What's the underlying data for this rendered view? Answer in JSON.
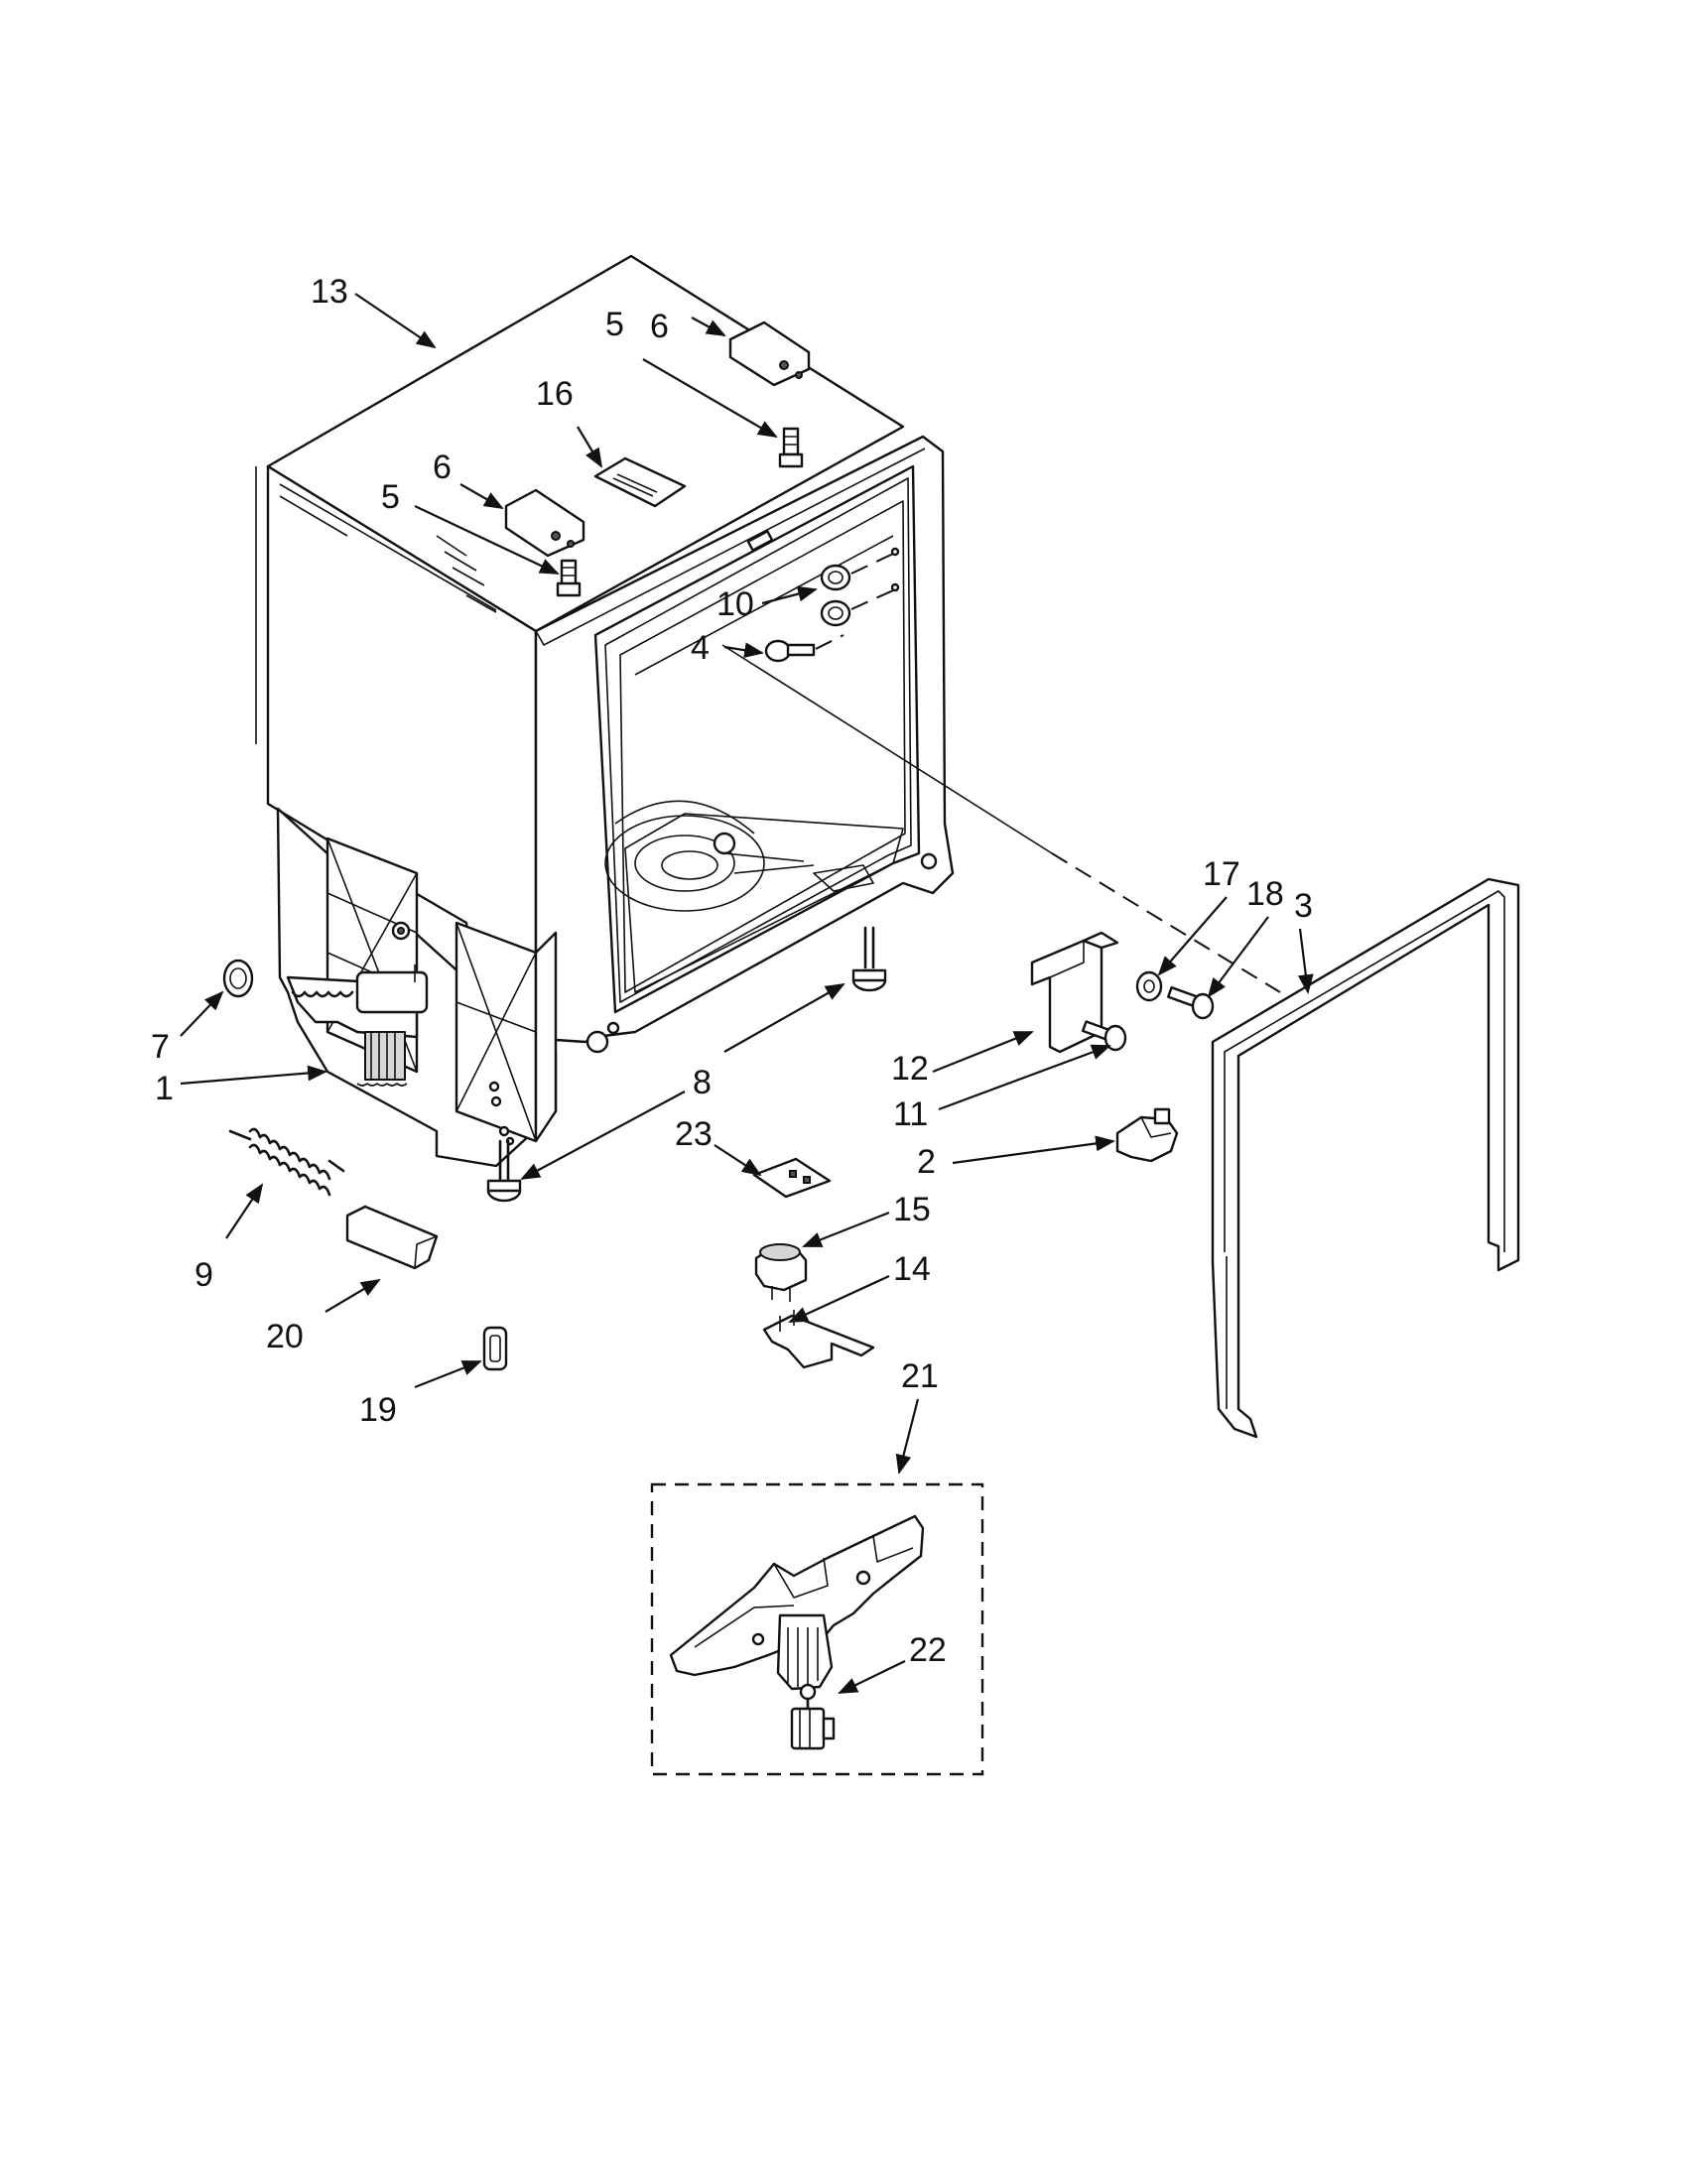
{
  "diagram": {
    "callouts": [
      {
        "id": "c1",
        "label": "1"
      },
      {
        "id": "c2",
        "label": "2"
      },
      {
        "id": "c3",
        "label": "3"
      },
      {
        "id": "c4",
        "label": "4"
      },
      {
        "id": "c5a",
        "label": "5"
      },
      {
        "id": "c5b",
        "label": "5"
      },
      {
        "id": "c6a",
        "label": "6"
      },
      {
        "id": "c6b",
        "label": "6"
      },
      {
        "id": "c7",
        "label": "7"
      },
      {
        "id": "c8",
        "label": "8"
      },
      {
        "id": "c9",
        "label": "9"
      },
      {
        "id": "c10",
        "label": "10"
      },
      {
        "id": "c11",
        "label": "11"
      },
      {
        "id": "c12",
        "label": "12"
      },
      {
        "id": "c13",
        "label": "13"
      },
      {
        "id": "c14",
        "label": "14"
      },
      {
        "id": "c15",
        "label": "15"
      },
      {
        "id": "c16",
        "label": "16"
      },
      {
        "id": "c17",
        "label": "17"
      },
      {
        "id": "c18",
        "label": "18"
      },
      {
        "id": "c19",
        "label": "19"
      },
      {
        "id": "c20",
        "label": "20"
      },
      {
        "id": "c21",
        "label": "21"
      },
      {
        "id": "c22",
        "label": "22"
      },
      {
        "id": "c23",
        "label": "23"
      }
    ]
  }
}
